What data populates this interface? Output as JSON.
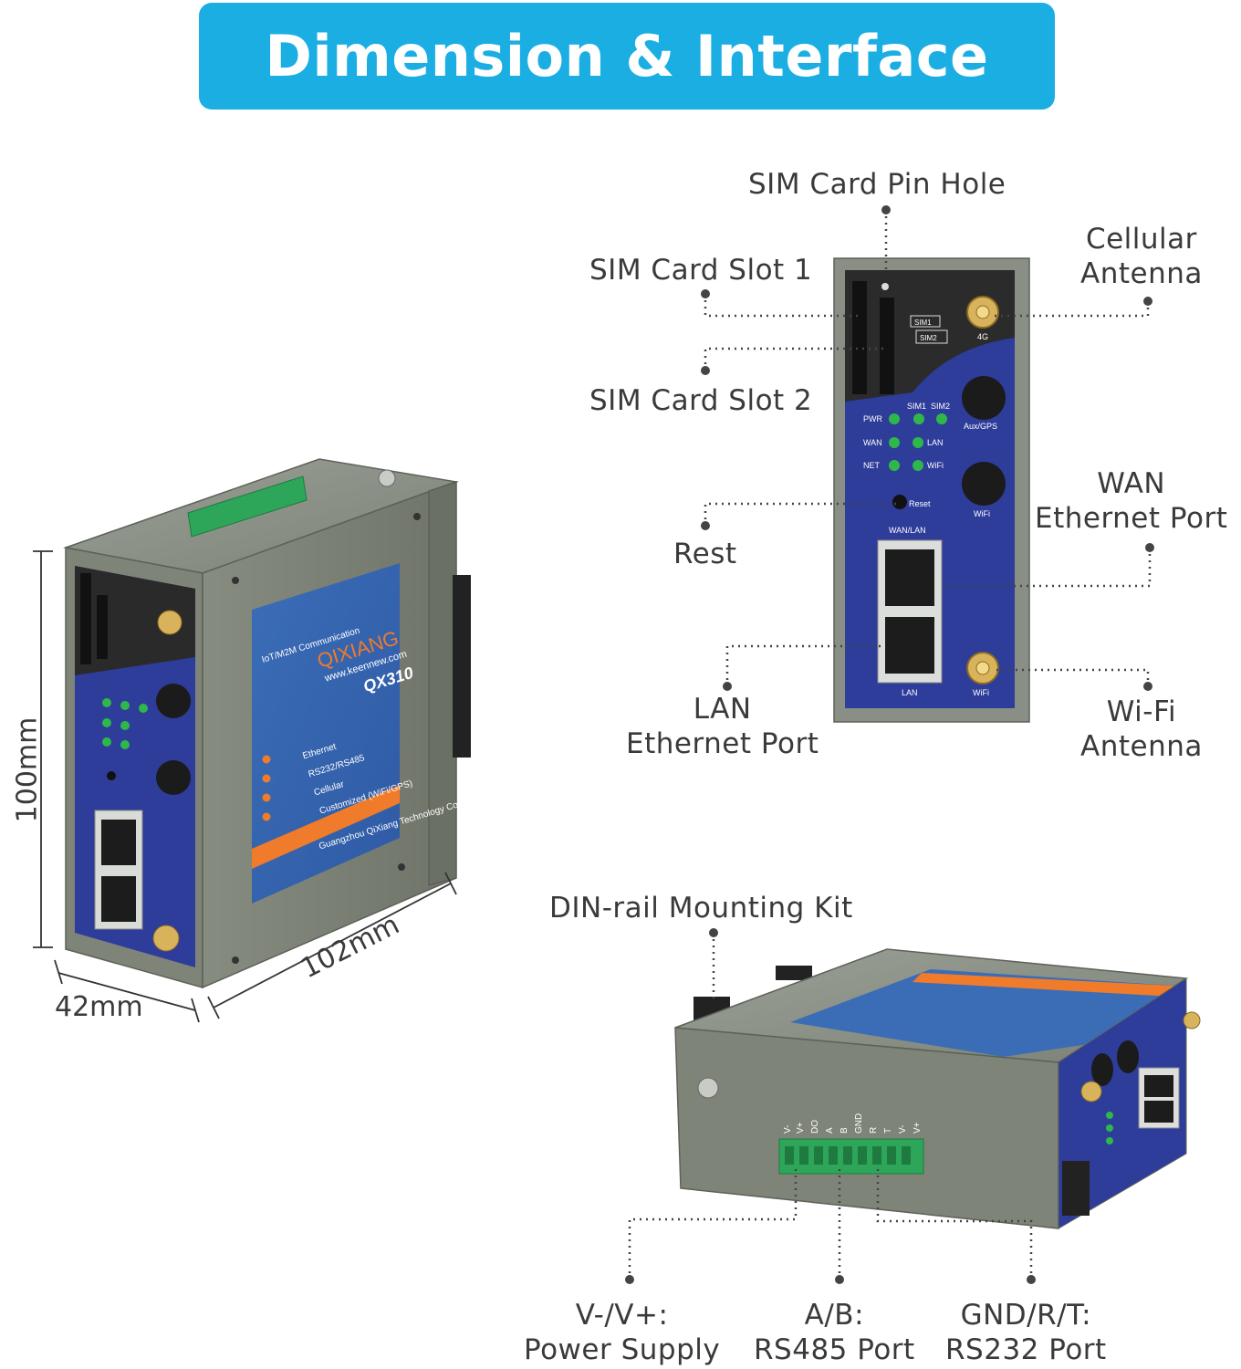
{
  "title": "Dimension & Interface",
  "dimensions": {
    "height": "100mm",
    "depth": "42mm",
    "width": "102mm"
  },
  "device": {
    "brand": "QIXIANG",
    "tagline": "IoT/M2M Communication",
    "website": "www.keennew.com",
    "model": "QX310",
    "features": [
      "Ethernet",
      "RS232/RS485",
      "Cellular",
      "Customized (WiFi/GPS)"
    ],
    "company": "Guangzhou QiXiang Technology Co.,Ltd",
    "panel_labels": {
      "sim1": "SIM1",
      "sim2": "SIM2",
      "antenna_4g": "4G",
      "aux_gps": "Aux/GPS",
      "pwr": "PWR",
      "wan": "WAN",
      "net": "NET",
      "lan": "LAN",
      "wifi": "WiFi",
      "reset": "Reset",
      "wan_lan": "WAN/LAN",
      "lan_port": "LAN",
      "wifi_port": "WiFi"
    },
    "terminal_pins": [
      "V-",
      "V+",
      "DO",
      "A",
      "B",
      "GND",
      "R",
      "T",
      "V-",
      "V+"
    ]
  },
  "callouts": {
    "sim_pin_hole": "SIM Card Pin Hole",
    "sim_slot_1": "SIM Card Slot 1",
    "sim_slot_2": "SIM Card Slot 2",
    "cellular_antenna": "Cellular\nAntenna",
    "rest": "Rest",
    "wan_port": "WAN\nEthernet Port",
    "lan_port": "LAN\nEthernet Port",
    "wifi_antenna": "Wi-Fi\nAntenna",
    "din_rail": "DIN-rail Mounting Kit",
    "power": "V-/V+:\nPower Supply",
    "rs485": "A/B:\nRS485 Port",
    "rs232": "GND/R/T:\nRS232 Port"
  },
  "colors": {
    "banner": "#1aaee3",
    "device_gray": "#7f8479",
    "panel_blue": "#2e3c9a",
    "label_blue": "#3d6fb8",
    "accent_orange": "#f07b2a",
    "terminal_green": "#2da65a",
    "led_green": "#2fb84a"
  }
}
